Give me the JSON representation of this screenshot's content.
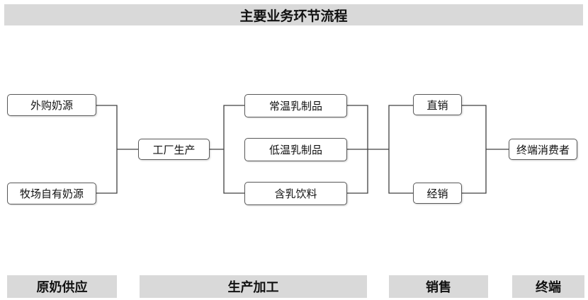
{
  "title": "主要业务环节流程",
  "nodes": {
    "milk_purchased": "外购奶源",
    "milk_own_farm": "牧场自有奶源",
    "factory_production": "工厂生产",
    "ambient_dairy": "常温乳制品",
    "chilled_dairy": "低温乳制品",
    "milk_beverage": "含乳饮料",
    "direct_sales": "直销",
    "distribution": "经销",
    "consumer": "终端消费者"
  },
  "stages": {
    "raw_milk_supply": "原奶供应",
    "processing": "生产加工",
    "sales": "销售",
    "terminal": "终端"
  },
  "colors": {
    "line": "#404040",
    "bar": "#d9d9d9"
  }
}
